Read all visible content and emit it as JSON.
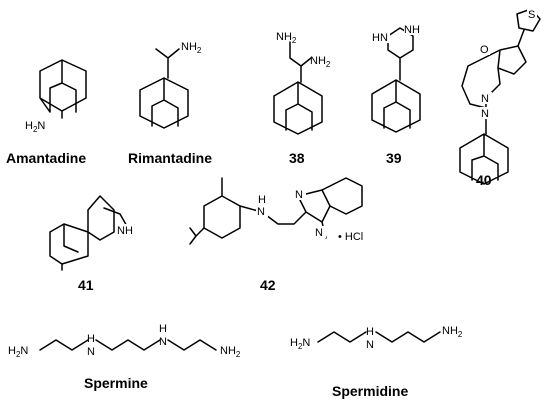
{
  "compounds": [
    {
      "id": "amantadine",
      "label": "Amantadine"
    },
    {
      "id": "rimantadine",
      "label": "Rimantadine"
    },
    {
      "id": "c38",
      "label": "38"
    },
    {
      "id": "c39",
      "label": "39"
    },
    {
      "id": "c40",
      "label": "40"
    },
    {
      "id": "c41",
      "label": "41"
    },
    {
      "id": "c42",
      "label": "42"
    },
    {
      "id": "spermine",
      "label": "Spermine"
    },
    {
      "id": "spermidine",
      "label": "Spermidine"
    }
  ],
  "atoms": {
    "nh2": "NH",
    "h2n": "H",
    "h2n_tail": "N",
    "two": "2",
    "hn": "HN",
    "nh": "NH",
    "n": "N",
    "o": "O",
    "s": "S",
    "h": "H"
  },
  "salt": "• HCl"
}
